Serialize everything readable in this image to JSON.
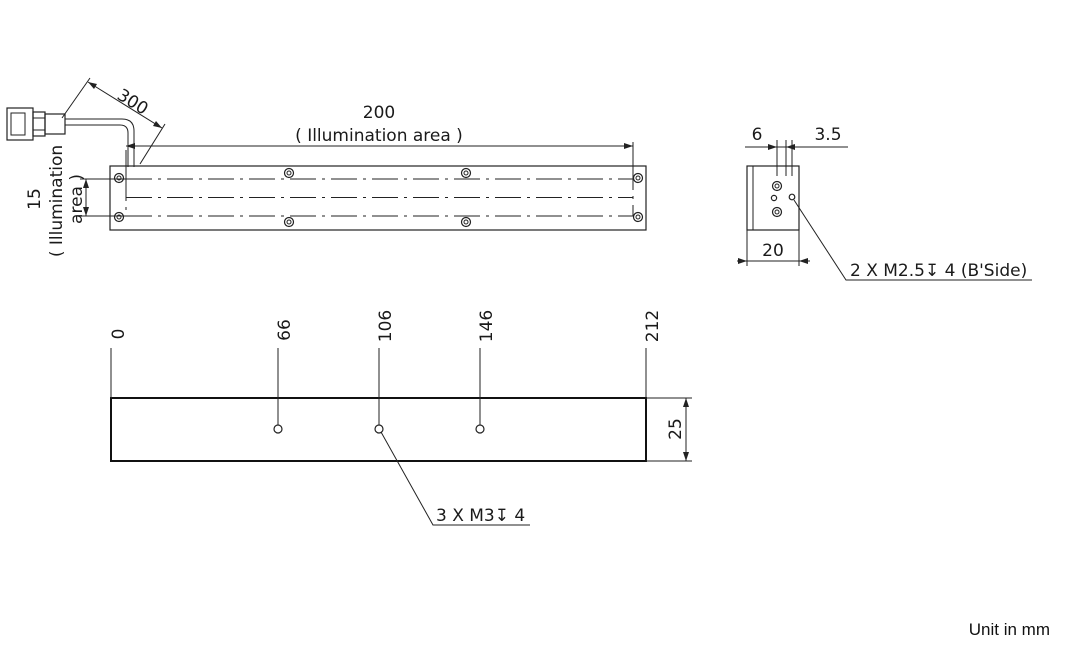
{
  "top_view": {
    "cable_length": "300",
    "illum_length": "200",
    "illum_length_caption": "( Illumination area )",
    "illum_width": "15",
    "illum_width_caption_1": "( Illumination",
    "illum_width_caption_2": "area )"
  },
  "side_view": {
    "dim_a": "6",
    "dim_b": "3.5",
    "width": "20",
    "callout": "2 X M2.5↧ 4 (B'Side)"
  },
  "bottom_view": {
    "positions": [
      "0",
      "66",
      "106",
      "146",
      "212"
    ],
    "height": "25",
    "callout": "3 X M3↧ 4"
  },
  "unit_label": "Unit in mm"
}
